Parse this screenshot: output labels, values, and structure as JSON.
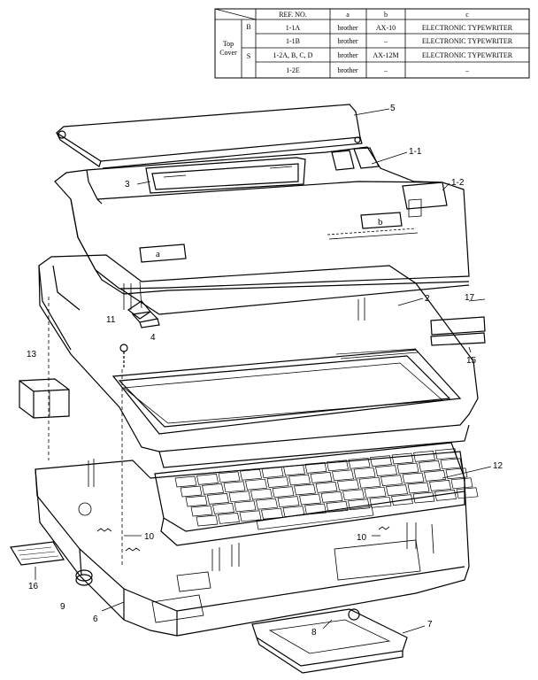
{
  "table": {
    "headers": {
      "ref_no": "REF. NO.",
      "col_a": "a",
      "col_b": "b",
      "col_c": "c"
    },
    "group_label_line1": "Top",
    "group_label_line2": "Cover",
    "sub_b": "B",
    "sub_s": "S",
    "rows": [
      {
        "ref": "1-1A",
        "a": "brother",
        "b": "AX-10",
        "c": "ELECTRONIC TYPEWRITER"
      },
      {
        "ref": "1-1B",
        "a": "brother",
        "b": "–",
        "c": "ELECTRONIC TYPEWRITER"
      },
      {
        "ref": "1-2A, B, C, D",
        "a": "brother",
        "b": "AX-12M",
        "c": "ELECTRONIC TYPEWRITER"
      },
      {
        "ref": "1-2E",
        "a": "brother",
        "b": "–",
        "c": "–"
      }
    ]
  },
  "panel_labels": {
    "a": "a",
    "b": "b"
  },
  "callouts": [
    {
      "id": "5",
      "text": "5"
    },
    {
      "id": "1-1",
      "text": "1-1"
    },
    {
      "id": "1-2",
      "text": "1-2"
    },
    {
      "id": "3",
      "text": "3"
    },
    {
      "id": "17",
      "text": "17"
    },
    {
      "id": "2",
      "text": "2"
    },
    {
      "id": "11",
      "text": "11"
    },
    {
      "id": "4",
      "text": "4"
    },
    {
      "id": "15",
      "text": "15"
    },
    {
      "id": "13",
      "text": "13"
    },
    {
      "id": "12",
      "text": "12"
    },
    {
      "id": "10a",
      "text": "10"
    },
    {
      "id": "10b",
      "text": "10"
    },
    {
      "id": "16",
      "text": "16"
    },
    {
      "id": "9",
      "text": "9"
    },
    {
      "id": "6",
      "text": "6"
    },
    {
      "id": "8",
      "text": "8"
    },
    {
      "id": "7",
      "text": "7"
    }
  ]
}
